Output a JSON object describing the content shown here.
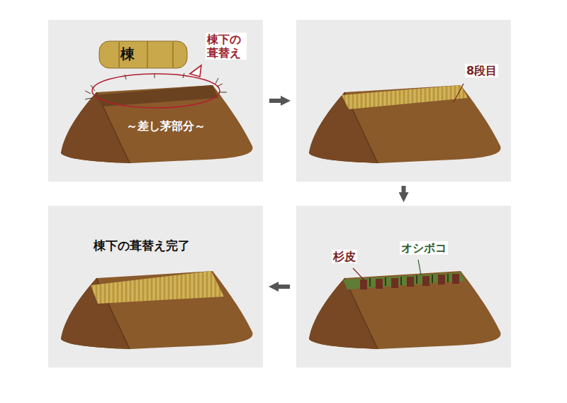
{
  "diagram": {
    "nodes": [
      {
        "text": [
          "棟",
          "棟下の 葺替え",
          "～差し茅部分～"
        ]
      },
      {
        "text": [
          "8段目"
        ]
      },
      {
        "text": [
          "棟下の葺替え完了"
        ]
      },
      {
        "text": [
          "杉皮",
          "オシボコ"
        ]
      }
    ],
    "edges": [
      {
        "from": 0,
        "to": 1,
        "arrow": "to"
      },
      {
        "from": 1,
        "to": 3,
        "arrow": "to"
      },
      {
        "from": 3,
        "to": 2,
        "arrow": "to"
      }
    ]
  }
}
